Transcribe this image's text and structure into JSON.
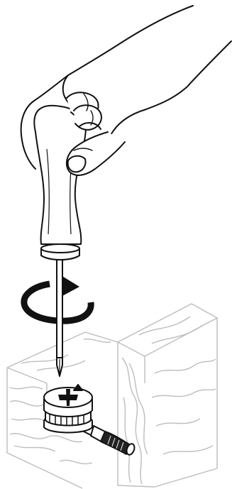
{
  "illustration": {
    "type": "assembly-instruction",
    "step": "tighten-cam-lock-with-phillips-screwdriver",
    "rotation_direction": "clockwise",
    "objects": [
      "hand",
      "screwdriver",
      "cam-lock",
      "dowel-bolt",
      "wood-board-horizontal",
      "wood-panel-vertical",
      "rotation-arrow"
    ]
  },
  "colors": {
    "ink": "#111111",
    "wood_line": "#bdbdbd",
    "background": "#ffffff"
  }
}
